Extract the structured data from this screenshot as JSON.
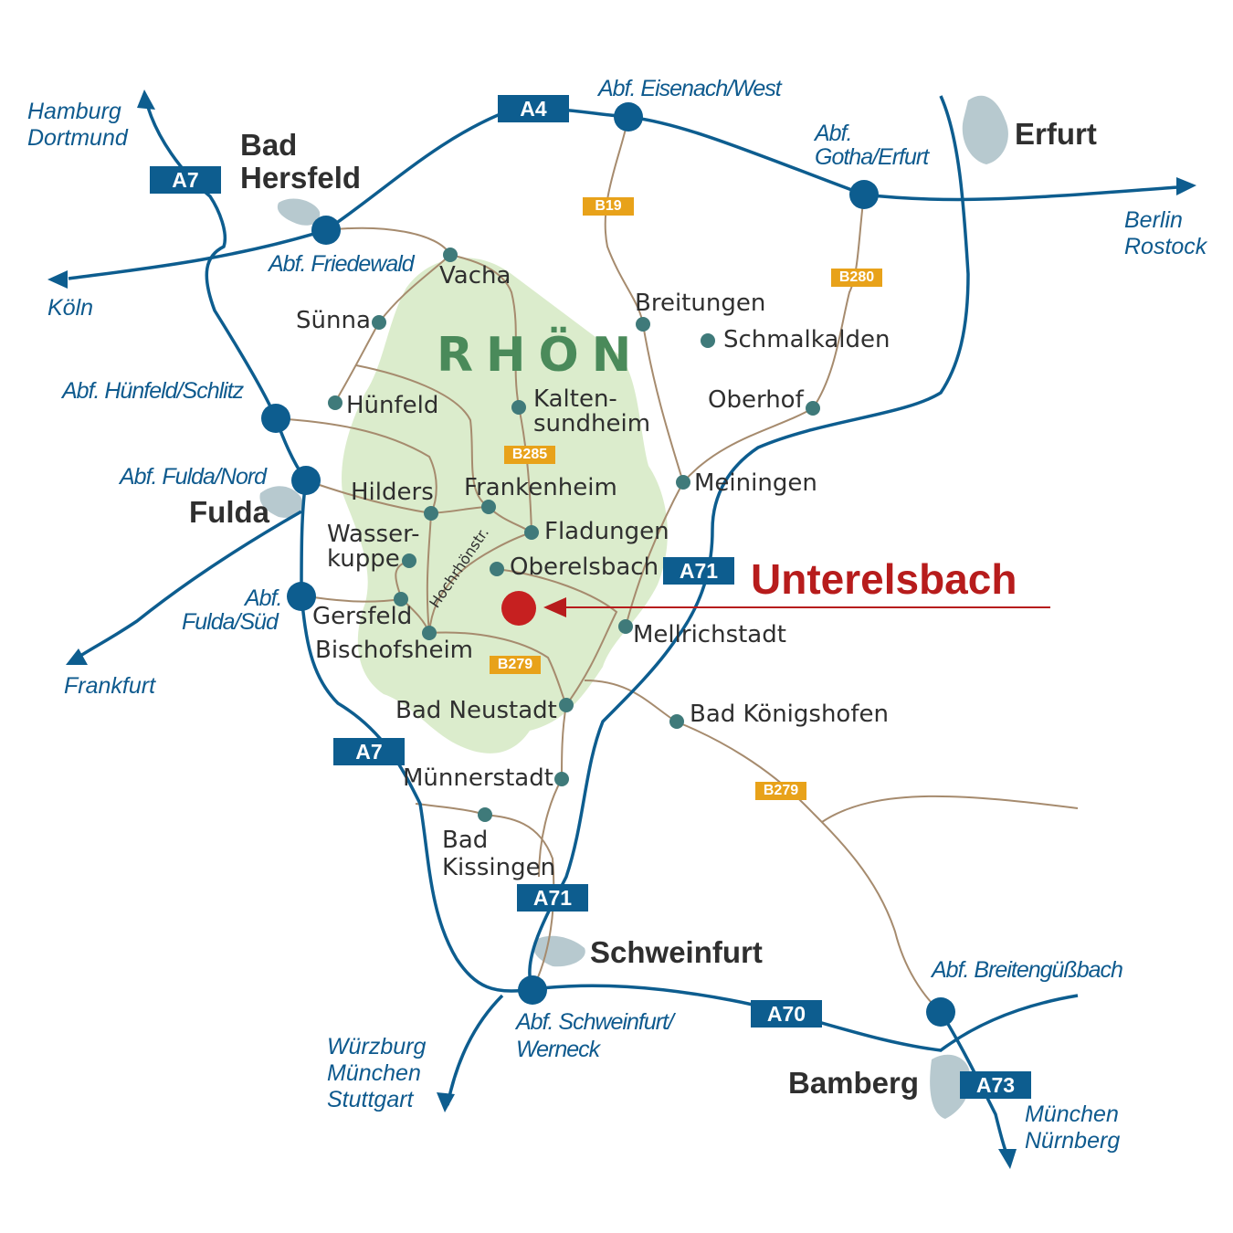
{
  "map": {
    "region": "RHÖN",
    "highlight": "Unterelsbach",
    "street_label": "Hochrhönstr.",
    "cities": [
      "Bad",
      "Hersfeld",
      "Erfurt",
      "Fulda",
      "Schweinfurt",
      "Bamberg"
    ],
    "towns": [
      "Vacha",
      "Sünna",
      "Hünfeld",
      "Kalten-",
      "sundheim",
      "Breitungen",
      "Schmalkalden",
      "Oberhof",
      "Meiningen",
      "Hilders",
      "Frankenheim",
      "Fladungen",
      "Wasser-",
      "kuppe",
      "Oberelsbach",
      "Gersfeld",
      "Bischofsheim",
      "Mellrichstadt",
      "Bad Neustadt",
      "Bad Königshofen",
      "Münnerstadt",
      "Bad",
      "Kissingen"
    ],
    "exits": [
      "Abf. Eisenach/West",
      "Abf.",
      "Gotha/Erfurt",
      "Abf. Friedewald",
      "Abf. Hünfeld/Schlitz",
      "Abf. Fulda/Nord",
      "Abf.",
      "Fulda/Süd",
      "Abf. Breitengüßbach",
      "Abf. Schweinfurt/",
      "Werneck"
    ],
    "destinations": [
      "Hamburg",
      "Dortmund",
      "Köln",
      "Berlin",
      "Rostock",
      "Frankfurt",
      "Würzburg",
      "München",
      "Stuttgart",
      "München",
      "Nürnberg"
    ],
    "autobahn_shields": [
      "A4",
      "A7",
      "A7",
      "A71",
      "A71",
      "A70",
      "A73"
    ],
    "bundesstrasse_shields": [
      "B19",
      "B280",
      "B285",
      "B279",
      "B279"
    ],
    "colors": {
      "autobahn": "#0d5d8f",
      "bundesstrasse": "#e8a21a",
      "road": "#a68b6e",
      "region": "#dbeccc",
      "highlight": "#b71c1c",
      "town_dot": "#3f7a7a"
    }
  }
}
